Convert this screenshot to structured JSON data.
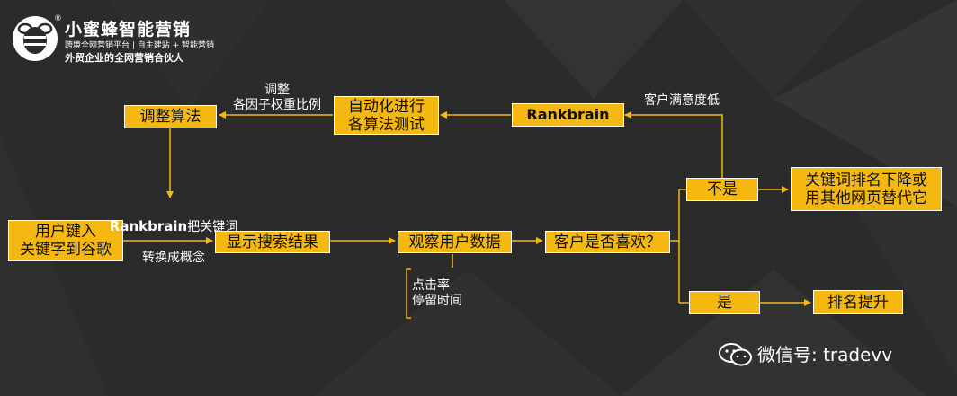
{
  "brand": {
    "title": "小蜜蜂智能营销",
    "subtitle": "跨境全网营销平台 | 自主建站 + 智能营销",
    "tagline": "外贸企业的全网营销合伙人",
    "registered": "®"
  },
  "nodes": {
    "user_input": "用户键入\n关键字到谷歌",
    "show_results": "显示搜索结果",
    "observe_data": "观察用户数据",
    "customer_like": "客户是否喜欢？",
    "no": "不是",
    "yes": "是",
    "rank_up": "排名提升",
    "rank_down": "关键词排名下降或\n用其他网页替代它",
    "rankbrain": "Rankbrain",
    "auto_test": "自动化进行\n各算法测试",
    "adjust_algo": "调整算法"
  },
  "labels": {
    "adjust_weights": "调整\n各因子权重比例",
    "rankbrain_prefix": "Rankbrain",
    "rankbrain_convert_1": "把关键词",
    "rankbrain_convert_2": "转换成概念",
    "satisfaction_low": "客户满意度低",
    "metrics": "点击率\n停留时间"
  },
  "footer": {
    "wechat_label": "微信号: tradevv"
  },
  "colors": {
    "box_fill": "#f5b811",
    "connector": "#f5b811",
    "background": "#2b2b2b"
  }
}
